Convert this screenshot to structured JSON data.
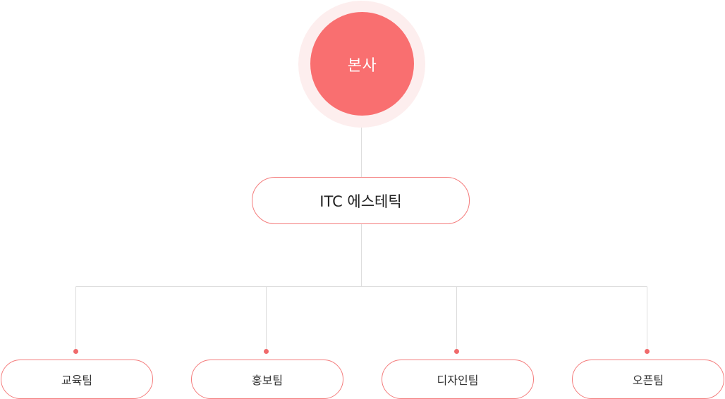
{
  "org": {
    "root": {
      "label": "본사"
    },
    "company": {
      "label": "ITC 에스테틱"
    },
    "teams": [
      {
        "label": "교육팀"
      },
      {
        "label": "홍보팀"
      },
      {
        "label": "디자인팀"
      },
      {
        "label": "오픈팀"
      }
    ]
  },
  "colors": {
    "accent": "#f96f70",
    "halo": "#fdeeee",
    "node_border": "#f47c7c",
    "connector": "#dddddd"
  }
}
